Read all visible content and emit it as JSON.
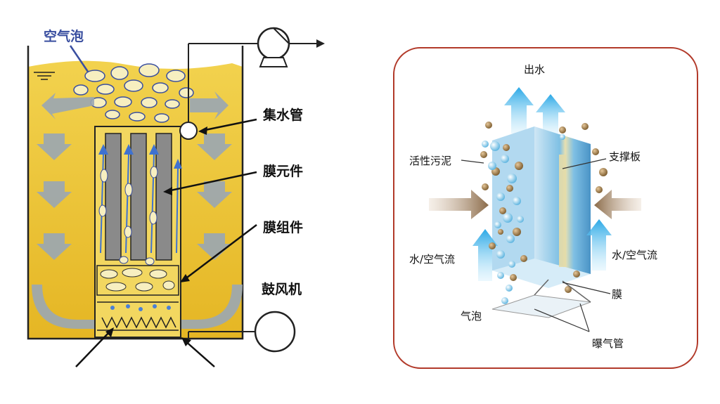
{
  "left_diagram": {
    "labels": {
      "air_bubbles": "空气泡",
      "collection_pipe": "集水管",
      "membrane_element": "膜元件",
      "membrane_module": "膜组件",
      "blower": "鼓风机"
    }
  },
  "right_diagram": {
    "labels": {
      "water_out": "出水",
      "activated_sludge": "活性污泥",
      "support_plate": "支撑板",
      "water_air_flow_left": "水/空气流",
      "water_air_flow_right": "水/空气流",
      "membrane": "膜",
      "bubbles": "气泡",
      "aeration_pipe": "曝气管"
    }
  },
  "colors": {
    "tank_fill": "#e9bf2c",
    "tank_fill_light": "#f3d55a",
    "flow_arrow": "#9aa7b4",
    "bubble_blue": "#4a7fd6",
    "frame_border": "#b23a2a",
    "water_arrow": "#38b4ea"
  }
}
